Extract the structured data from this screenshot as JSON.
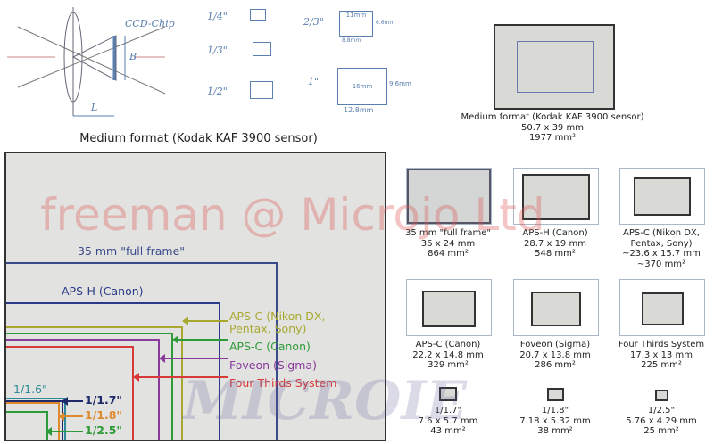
{
  "lens_diagram": {
    "label": "CCD-Chip",
    "b_label": "B",
    "l_label": "L"
  },
  "sensor_sketches": [
    {
      "label": "1/4\""
    },
    {
      "label": "1/3\""
    },
    {
      "label": "1/2\""
    },
    {
      "label": "2/3\"",
      "diag": "11mm",
      "w": "8.8mm",
      "h": "6.6mm"
    },
    {
      "label": "1\"",
      "diag": "16mm",
      "w": "12.8mm",
      "h": "9.6mm"
    }
  ],
  "big_diagram": {
    "title": "Medium format (Kodak KAF 3900 sensor)",
    "labels": {
      "full_frame": "35 mm \"full frame\"",
      "aps_h": "APS-H (Canon)",
      "aps_c_nikon_1": "APS-C (Nikon DX,",
      "aps_c_nikon_2": "Pentax, Sony)",
      "aps_c_canon": "APS-C (Canon)",
      "foveon": "Foveon (Sigma)",
      "four_thirds": "Four Thirds System",
      "s16": "1/1.6\"",
      "s17": "1/1.7\"",
      "s18": "1/1.8\"",
      "s25": "1/2.5\""
    },
    "colors": {
      "full_frame": "#3a4a8a",
      "aps_h": "#2c3a8a",
      "aps_c_nikon": "#a8a830",
      "aps_c_canon": "#2f9a3a",
      "foveon": "#8a3a9a",
      "four_thirds": "#d83a3a",
      "s16": "#2e8a9a",
      "s17": "#1e2a6a",
      "s18": "#e08a30",
      "s25": "#2f9a3a"
    }
  },
  "medium_format_card": {
    "name": "Medium format (Kodak KAF 3900 sensor)",
    "dims": "50.7 x 39 mm",
    "area": "1977 mm²"
  },
  "cards": [
    {
      "name": "35 mm \"full frame\"",
      "dims": "36 x 24 mm",
      "area": "864 mm²"
    },
    {
      "name": "APS-H (Canon)",
      "dims": "28.7 x 19 mm",
      "area": "548 mm²"
    },
    {
      "name": "APS-C (Nikon DX,",
      "name2": "Pentax, Sony)",
      "dims": "~23.6 x 15.7 mm",
      "area": "~370 mm²"
    },
    {
      "name": "APS-C (Canon)",
      "dims": "22.2 x 14.8 mm",
      "area": "329 mm²"
    },
    {
      "name": "Foveon (Sigma)",
      "dims": "20.7 x 13.8 mm",
      "area": "286 mm²"
    },
    {
      "name": "Four Thirds System",
      "dims": "17.3 x 13 mm",
      "area": "225 mm²"
    },
    {
      "name": "1/1.7\"",
      "dims": "7.6 x 5.7 mm",
      "area": "43 mm²"
    },
    {
      "name": "1/1.8\"",
      "dims": "7.18 x 5.32 mm",
      "area": "38 mm²"
    },
    {
      "name": "1/2.5\"",
      "dims": "5.76 x 4.29 mm",
      "area": "25 mm²"
    }
  ],
  "watermarks": {
    "text1": "freeman @ Microjo Ltd",
    "text2": "MICROIE"
  }
}
